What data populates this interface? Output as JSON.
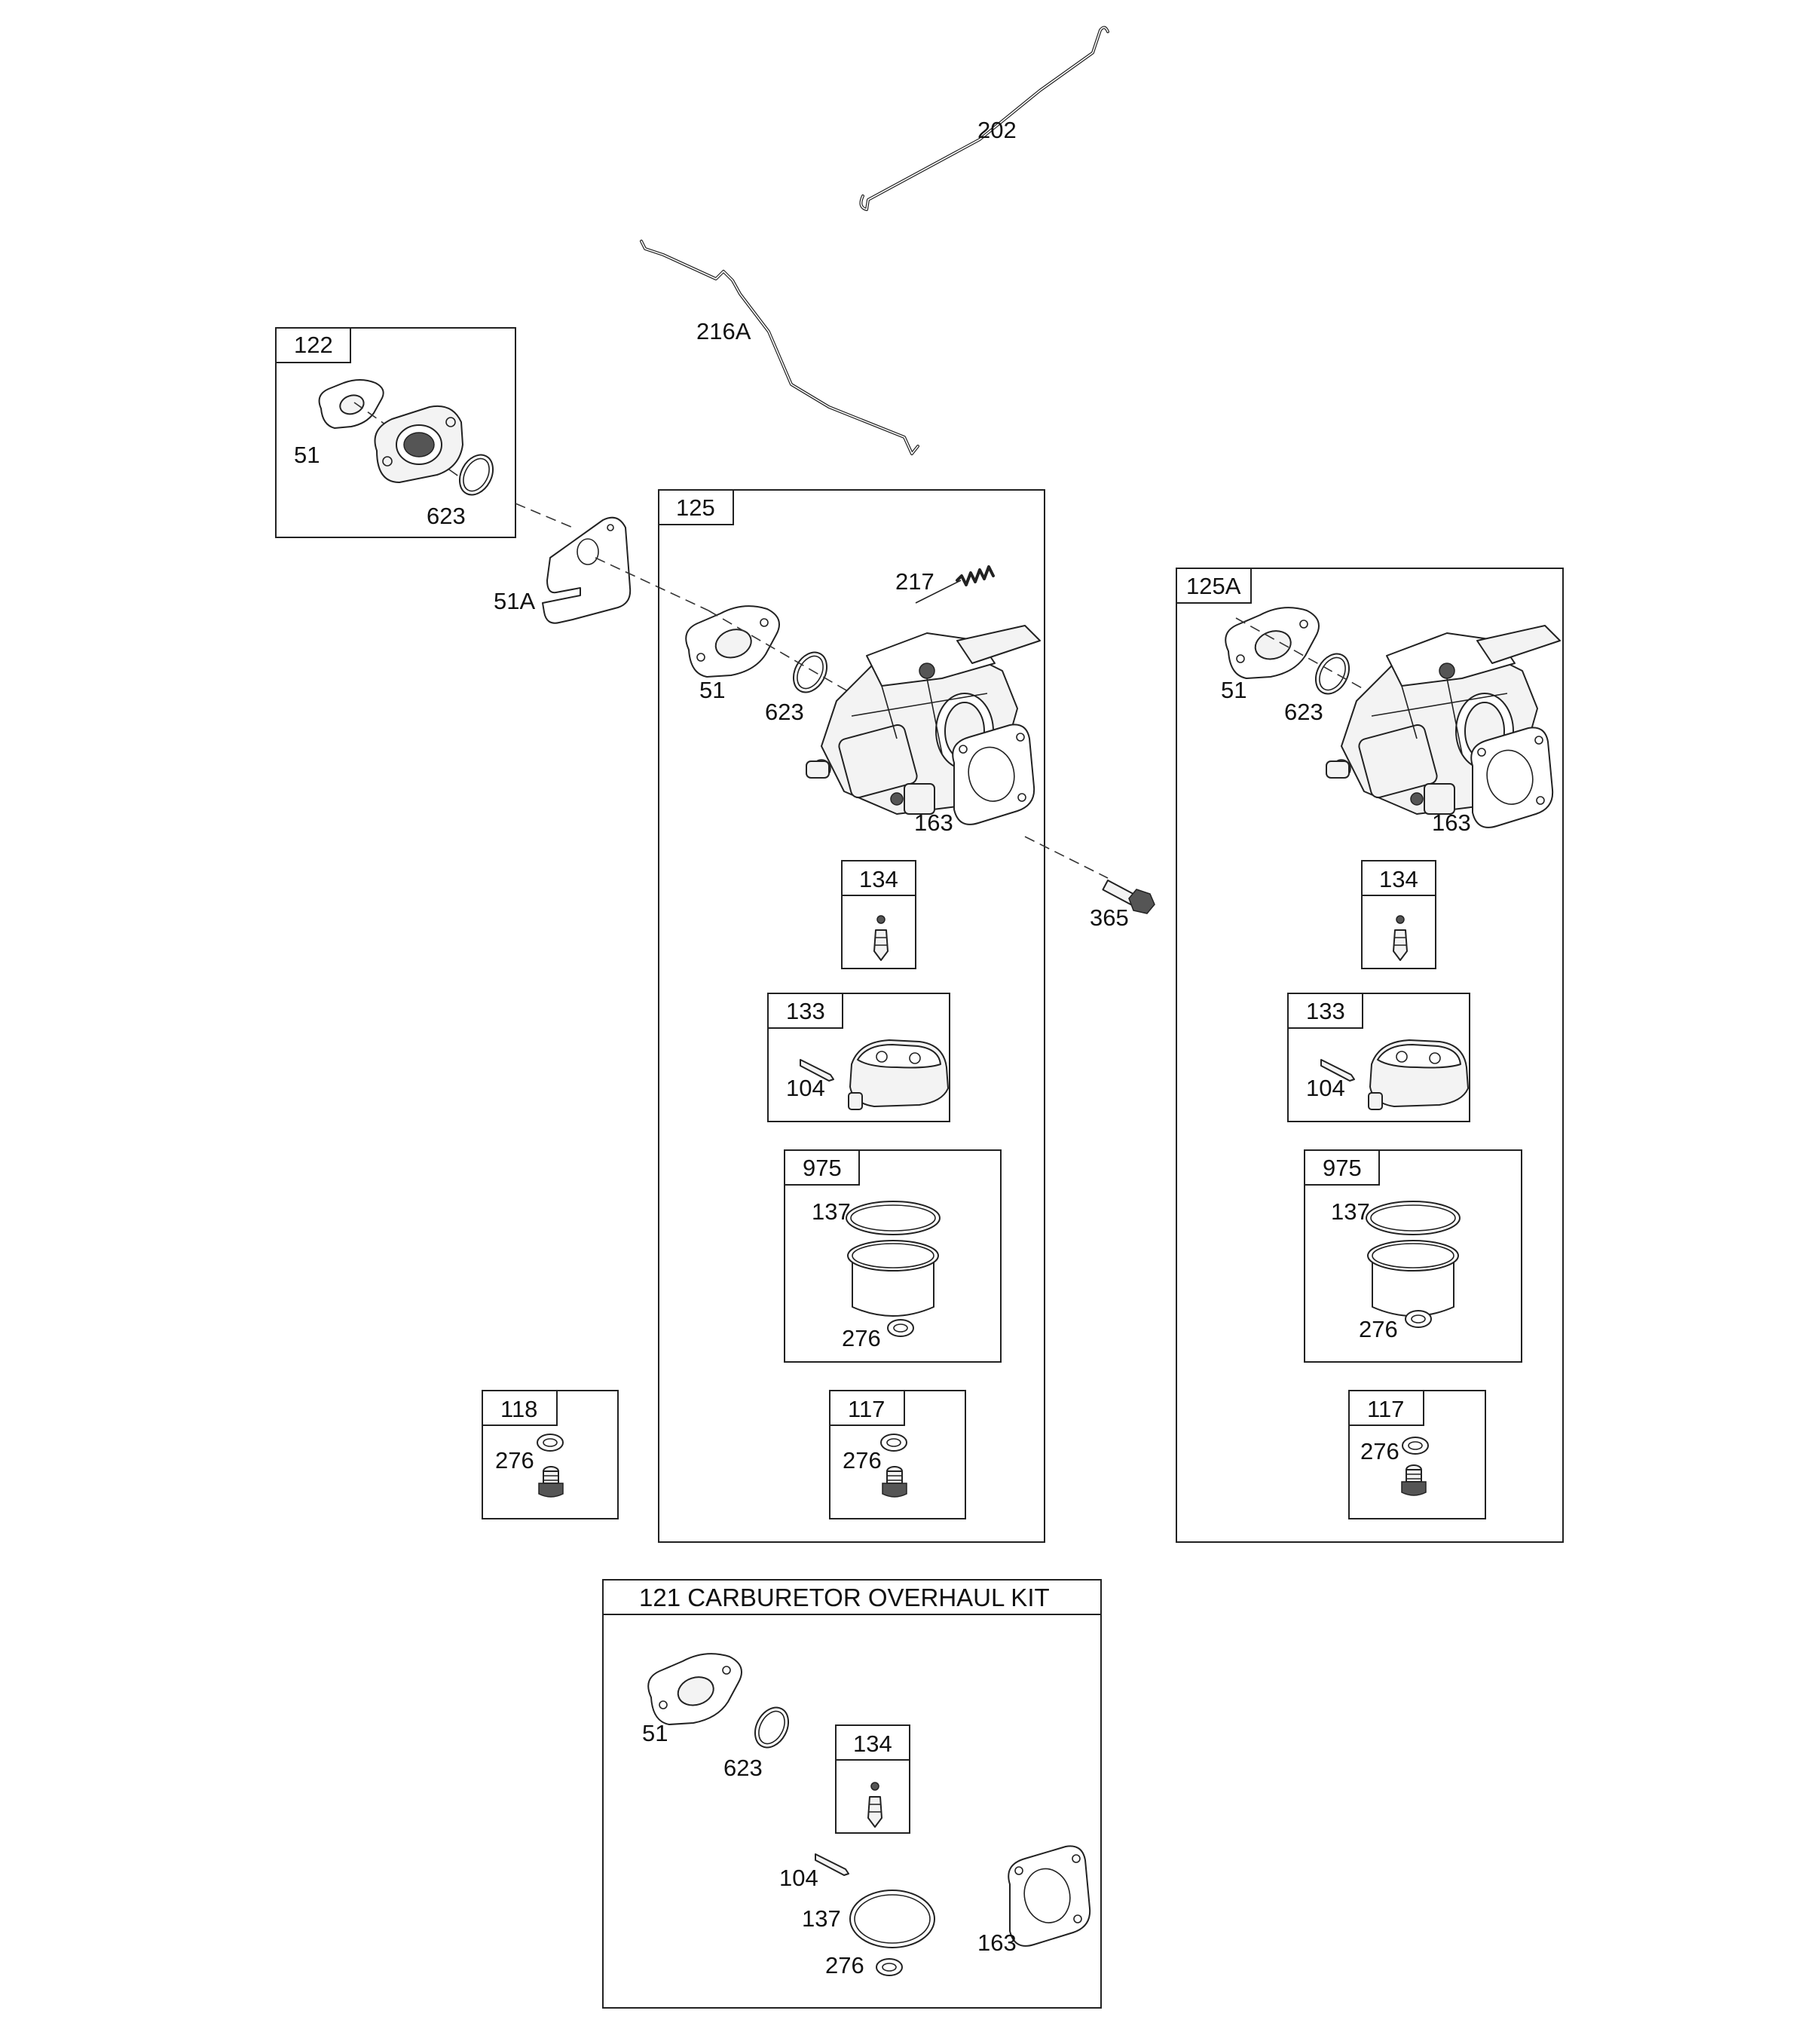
{
  "labels": {
    "wire_202": "202",
    "wire_216a": "216A",
    "box_122": "122",
    "l122_51": "51",
    "l122_623": "623",
    "plate_51a": "51A",
    "box_125": "125",
    "spring_217": "217",
    "c125_51": "51",
    "c125_623": "623",
    "c125_163": "163",
    "bolt_365": "365",
    "c125_134": "134",
    "c125_133": "133",
    "c125_104": "104",
    "c125_975": "975",
    "c125_137": "137",
    "c125_276": "276",
    "c125_117": "117",
    "c125_117_276": "276",
    "box_118": "118",
    "b118_276": "276",
    "box_125a": "125A",
    "c125a_51": "51",
    "c125a_623": "623",
    "c125a_163": "163",
    "c125a_134": "134",
    "c125a_133": "133",
    "c125a_104": "104",
    "c125a_975": "975",
    "c125a_137": "137",
    "c125a_276": "276",
    "c125a_117": "117",
    "c125a_117_276": "276",
    "kit_title": "121 CARBURETOR OVERHAUL KIT",
    "kit_51": "51",
    "kit_623": "623",
    "kit_134": "134",
    "kit_104": "104",
    "kit_137": "137",
    "kit_276": "276",
    "kit_163": "163"
  }
}
